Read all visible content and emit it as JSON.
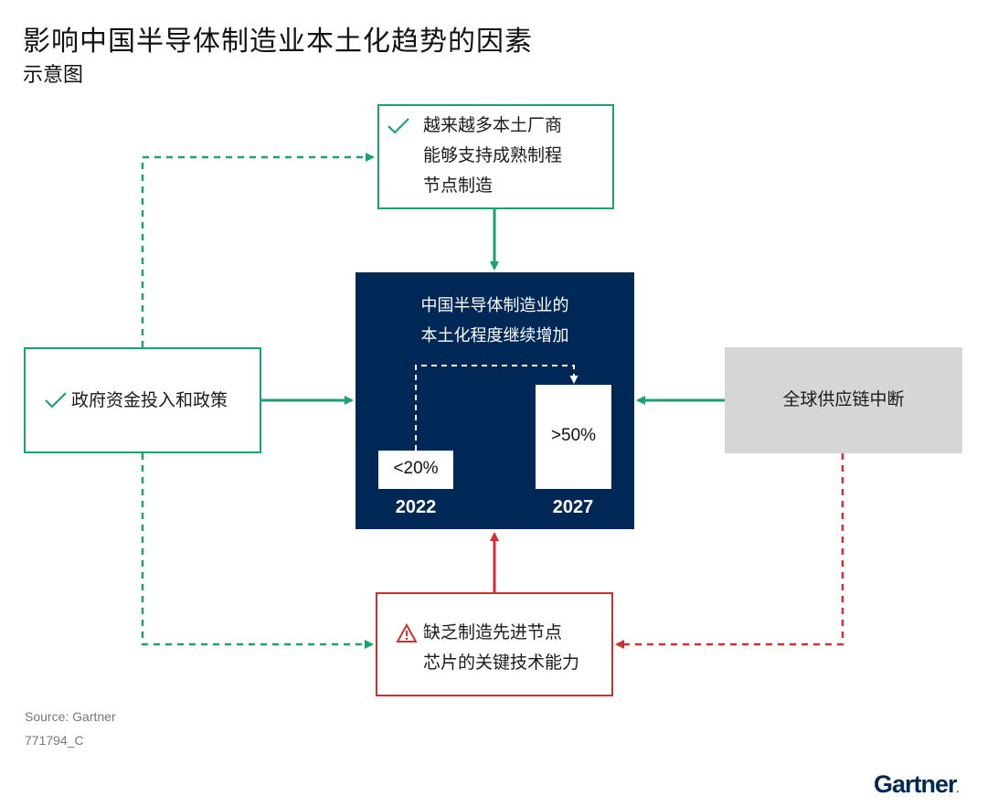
{
  "header": {
    "title": "影响中国半导体制造业本土化趋势的因素",
    "subtitle": "示意图"
  },
  "colors": {
    "positive": "#1aa36f",
    "negative": "#d32f2f",
    "center_bg": "#002856",
    "neutral_bg": "#d6d6d6"
  },
  "nodes": {
    "top": {
      "icon": "check-icon",
      "lines": [
        "越来越多本土厂商",
        "能够支持成熟制程",
        "节点制造"
      ]
    },
    "left": {
      "icon": "check-icon",
      "label": "政府资金投入和政策"
    },
    "right": {
      "label": "全球供应链中断"
    },
    "bottom": {
      "icon": "warning-icon",
      "lines": [
        "缺乏制造先进节点",
        "芯片的关键技术能力"
      ]
    },
    "center": {
      "lines": [
        "中国半导体制造业的",
        "本土化程度继续增加"
      ],
      "bars": [
        {
          "year": "2022",
          "label": "<20%"
        },
        {
          "year": "2027",
          "label": ">50%"
        }
      ]
    }
  },
  "edges": [
    {
      "from": "top",
      "to": "center",
      "style": "solid",
      "color": "positive"
    },
    {
      "from": "left",
      "to": "center",
      "style": "solid",
      "color": "positive"
    },
    {
      "from": "right",
      "to": "center",
      "style": "solid",
      "color": "positive"
    },
    {
      "from": "bottom",
      "to": "center",
      "style": "solid",
      "color": "negative"
    },
    {
      "from": "left",
      "to": "top",
      "style": "dashed",
      "color": "positive"
    },
    {
      "from": "left",
      "to": "bottom",
      "style": "dashed",
      "color": "positive"
    },
    {
      "from": "right",
      "to": "bottom",
      "style": "dashed",
      "color": "negative"
    },
    {
      "from": "2022",
      "to": "2027",
      "style": "dashed",
      "color": "white"
    }
  ],
  "footer": {
    "source": "Source: Gartner",
    "id": "771794_C",
    "logo": "Gartner",
    "logo_mark": "."
  }
}
